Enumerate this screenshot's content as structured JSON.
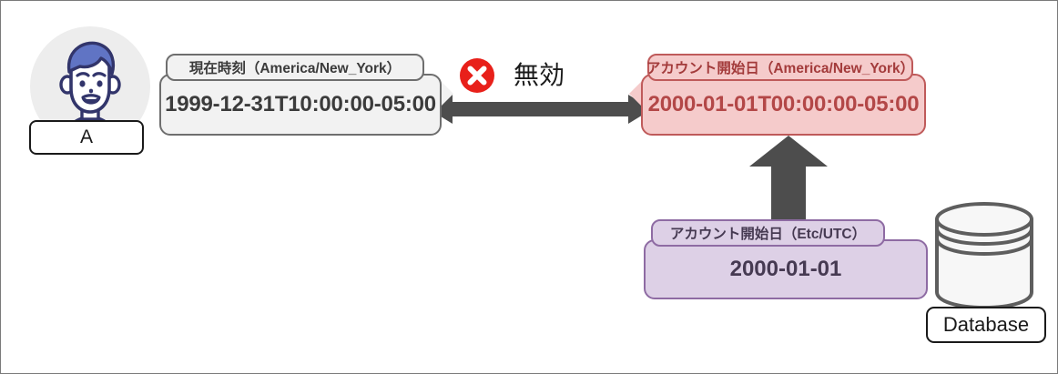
{
  "diagram": {
    "title": "Timezone comparison invalid",
    "actor": {
      "label": "A",
      "icon": "person-avatar-icon"
    },
    "boxes": {
      "current_time": {
        "tab_label": "現在時刻（America/New_York）",
        "value": "1999-12-31T10:00:00-05:00",
        "fill": "#f2f2f2",
        "stroke": "#6e6e6e",
        "text_color": "#3b3b3b"
      },
      "account_start_ny": {
        "tab_label": "アカウント開始日（America/New_York）",
        "value": "2000-01-01T00:00:00-05:00",
        "fill": "#f5cbcb",
        "stroke": "#bf5a5a",
        "text_color": "#b34747"
      },
      "account_start_utc": {
        "tab_label": "アカウント開始日（Etc/UTC）",
        "value": "2000-01-01",
        "fill": "#ddd0e6",
        "stroke": "#8e6ba3",
        "text_color": "#463a52"
      }
    },
    "comparison": {
      "status_label": "無効",
      "status_icon": "error-x-circle-icon",
      "status_color": "#e8201a",
      "arrow_icon": "double-headed-arrow-icon",
      "arrow_color": "#4d4d4d"
    },
    "conversion": {
      "arrow_icon": "arrow-up-icon",
      "arrow_color": "#4d4d4d"
    },
    "database": {
      "label": "Database",
      "icon": "database-cylinder-icon",
      "fill": "#f7f7f7",
      "stroke": "#5e5e5e"
    }
  }
}
